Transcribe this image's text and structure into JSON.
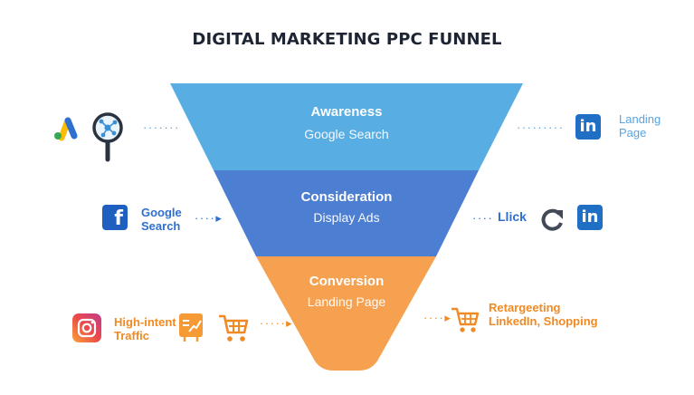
{
  "title": "DIGITAL MARKETING PPC FUNNEL",
  "colors": {
    "awareness": "#58ade3",
    "consideration": "#4c7fd2",
    "conversion": "#f6a14f",
    "connector_blue": "#5aa3df",
    "connector_orange": "#f08a24"
  },
  "stages": [
    {
      "title": "Awareness",
      "subtitle": "Google Search"
    },
    {
      "title": "Consideration",
      "subtitle": "Display Ads"
    },
    {
      "title": "Conversion",
      "subtitle": "Landing Page"
    }
  ],
  "left": {
    "awareness": {
      "icons": [
        "google-ads-icon",
        "magnifier-network-icon"
      ]
    },
    "consideration": {
      "icon": "facebook-icon",
      "text_lines": [
        "Google",
        "Search"
      ]
    },
    "conversion": {
      "icons": [
        "instagram-icon",
        "traffic-chart-icon",
        "shopping-cart-icon"
      ],
      "text_lines": [
        "High-intent",
        "Traffic"
      ]
    }
  },
  "right": {
    "awareness": {
      "icon": "linkedin-icon",
      "text_lines": [
        "Landing",
        "Page"
      ]
    },
    "consideration": {
      "text": "Llick",
      "icons": [
        "refresh-icon",
        "linkedin-icon"
      ]
    },
    "conversion": {
      "icon": "shopping-cart-icon",
      "text_lines": [
        "Retargeeting",
        "LinkedIn, Shopping"
      ]
    }
  }
}
